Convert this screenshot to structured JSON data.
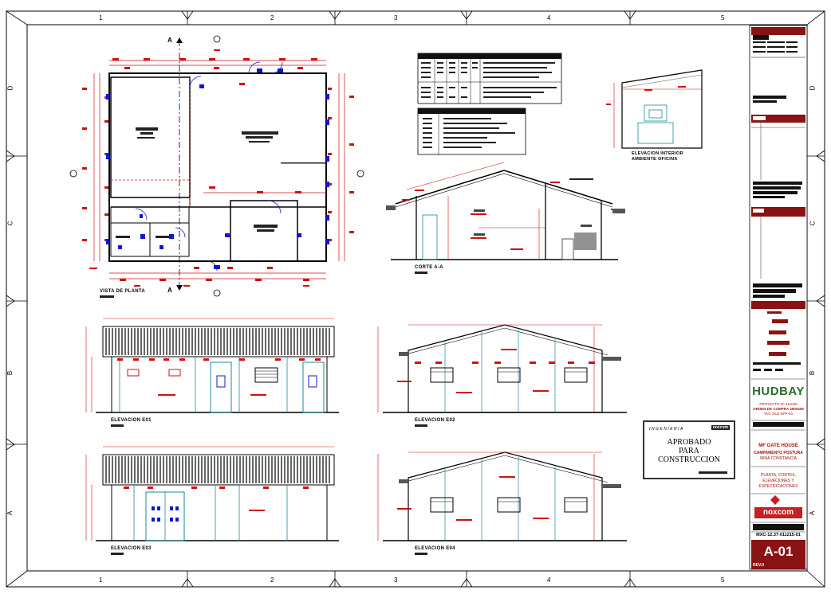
{
  "grid": {
    "columns": [
      "1",
      "2",
      "3",
      "4",
      "5"
    ],
    "rows": [
      "D",
      "C",
      "B",
      "A"
    ]
  },
  "views": {
    "plan": "VISTA DE PLANTA",
    "section": "CORTE A-A",
    "elev01": "ELEVACION E01",
    "elev02": "ELEVACION E02",
    "elev03": "ELEVACION E03",
    "elev04": "ELEVACION E04",
    "interior": "ELEVACION INTERIOR AMBIENTE OFICINA",
    "cut_marker": "A"
  },
  "stamp": {
    "header": "INGENIERIA",
    "logo": "noxcom",
    "line1": "APROBADO",
    "line2": "PARA",
    "line3": "CONSTRUCCION"
  },
  "title_block": {
    "client_logo": "HUDBAY",
    "client_line1": "PROYECTO Nº 411049",
    "client_line2": "ORDEN DE COMPRA 4500408",
    "client_line3": "TAG 3411-EPF-01",
    "project_title": "MF GATE HOUSE",
    "project_sub1": "CAMPAMENTO POSTURA",
    "project_sub2": "MINA CONSTANCIA",
    "drawing_title1": "PLANTA, CORTES,",
    "drawing_title2": "ELEVACIONES Y",
    "drawing_title3": "ESPECIFICACIONES",
    "contractor_logo": "noxcom",
    "doc_number": "MXC-12.37-011215-01",
    "sheet": "A-01",
    "rev": "REV.0"
  },
  "colors": {
    "dim": "#d01010",
    "blue": "#1414d0",
    "cyan": "#1a8a9a",
    "brand_red": "#8a1212"
  }
}
